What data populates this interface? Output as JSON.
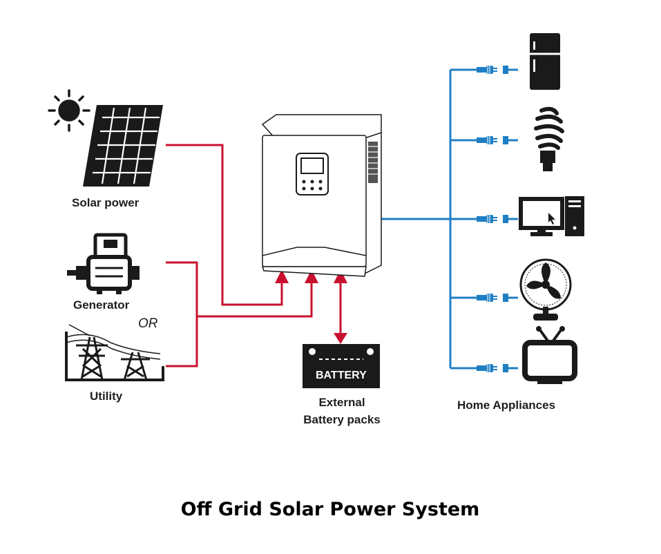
{
  "title": "Off Grid Solar Power System",
  "labels": {
    "solar": "Solar power",
    "generator": "Generator",
    "or": "OR",
    "utility": "Utility",
    "battery_text": "BATTERY",
    "external_line1": "External",
    "external_line2": "Battery packs",
    "home": "Home Appliances"
  },
  "icons": [
    "sun-icon",
    "solar-panel-icon",
    "generator-icon",
    "utility-tower-icon",
    "inverter-icon",
    "battery-icon",
    "refrigerator-icon",
    "light-bulb-icon",
    "computer-icon",
    "fan-icon",
    "tv-icon",
    "plug-icon"
  ],
  "colors": {
    "ac_input_line": "#c8102e",
    "output_line": "#1f7fc4",
    "icon": "#1a1a1a"
  }
}
